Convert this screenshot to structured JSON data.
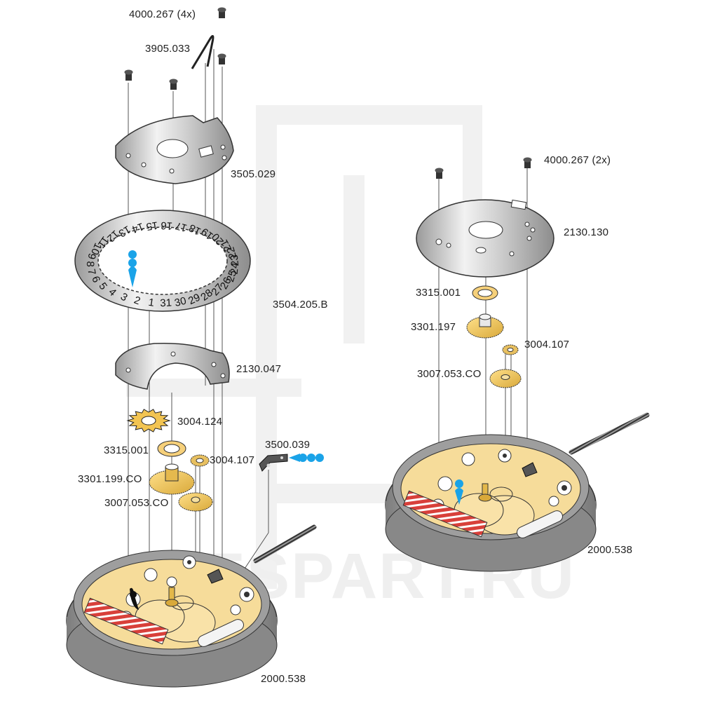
{
  "diagram": {
    "title": "Exploded view of watch movement parts (date mechanism)",
    "watermark": "RESPART.RU",
    "colors": {
      "gold": "#f0c85a",
      "gold_dark": "#b8902a",
      "steel": "#c9c9c9",
      "steel_dark": "#6b6b6b",
      "accent_blue": "#1aa3e8",
      "coil_red": "#d8403a",
      "plate_yellow": "#f6dc9a"
    },
    "left_assembly": {
      "labels": [
        {
          "id": "screw",
          "text": "4000.267 (4x)"
        },
        {
          "id": "spring",
          "text": "3905.033"
        },
        {
          "id": "date-indicator-maintaining-plate",
          "text": "3505.029"
        },
        {
          "id": "date-disc",
          "text": "3504.205.B"
        },
        {
          "id": "calendar-plate",
          "text": "2130.047"
        },
        {
          "id": "date-driving-wheel",
          "text": "3004.124"
        },
        {
          "id": "washer",
          "text": "3315.001"
        },
        {
          "id": "intermediate-wheel",
          "text": "3004.107"
        },
        {
          "id": "jumper",
          "text": "3500.039"
        },
        {
          "id": "hour-wheel",
          "text": "3301.199.CO"
        },
        {
          "id": "minute-wheel",
          "text": "3007.053.CO"
        },
        {
          "id": "movement",
          "text": "2000.538"
        }
      ],
      "date_disc_numbers": [
        "1",
        "2",
        "3",
        "4",
        "5",
        "6",
        "7",
        "8",
        "9",
        "10",
        "11",
        "12",
        "13",
        "14",
        "15",
        "16",
        "17",
        "18",
        "19",
        "20",
        "21",
        "22",
        "23",
        "24",
        "25",
        "26",
        "27",
        "28",
        "29",
        "30",
        "31"
      ]
    },
    "right_assembly": {
      "labels": [
        {
          "id": "screw",
          "text": "4000.267 (2x)"
        },
        {
          "id": "calendar-plate",
          "text": "2130.130"
        },
        {
          "id": "washer",
          "text": "3315.001"
        },
        {
          "id": "hour-wheel",
          "text": "3301.197"
        },
        {
          "id": "intermediate-wheel",
          "text": "3004.107"
        },
        {
          "id": "minute-wheel",
          "text": "3007.053.CO"
        },
        {
          "id": "movement",
          "text": "2000.538"
        }
      ]
    }
  }
}
